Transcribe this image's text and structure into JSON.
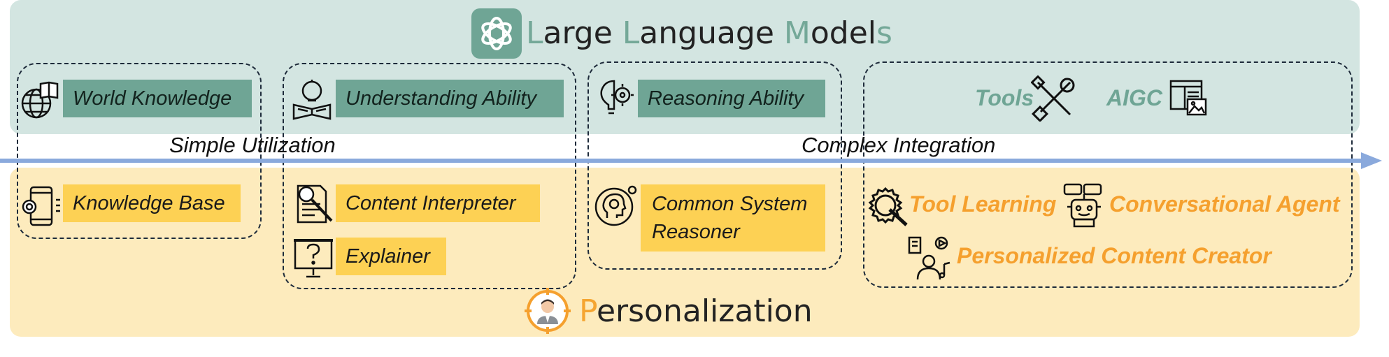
{
  "title": {
    "top": {
      "l1": "L",
      "r1": "arge ",
      "l2": "L",
      "r2": "anguage ",
      "l3": "M",
      "r3": "odel",
      "l4": "s"
    },
    "bottom": {
      "p": "P",
      "rest": "ersonalization"
    }
  },
  "axis": {
    "left": "Simple Utilization",
    "right": "Complex Integration"
  },
  "llm_capabilities": {
    "world_knowledge": "World Knowledge",
    "understanding_ability": "Understanding Ability",
    "reasoning_ability": "Reasoning Ability",
    "tools": "Tools",
    "aigc": "AIGC"
  },
  "personalization_roles": {
    "knowledge_base": "Knowledge Base",
    "content_interpreter": "Content Interpreter",
    "explainer": "Explainer",
    "common_system_reasoner": "Common System Reasoner",
    "tool_learning": "Tool Learning",
    "conversational_agent": "Conversational Agent",
    "personalized_content_creator": "Personalized Content Creator"
  },
  "colors": {
    "llm_band": "#d3e5e1",
    "personalization_band": "#fdebbd",
    "green_label": "#6fa595",
    "yellow_label": "#fdd154",
    "orange_text": "#f5a02e",
    "arrow": "#8aa9dc"
  }
}
